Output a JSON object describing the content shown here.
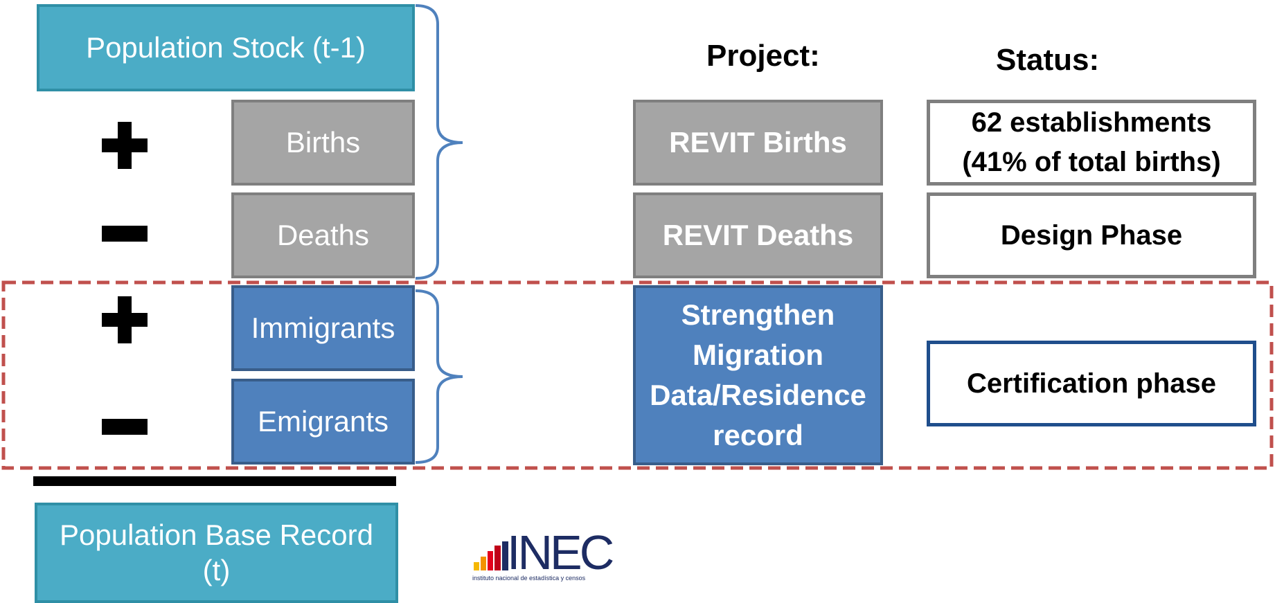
{
  "left": {
    "stock": "Population Stock (t-1)",
    "births": "Births",
    "deaths": "Deaths",
    "immigrants": "Immigrants",
    "emigrants": "Emigrants",
    "base_record": "Population Base Record (t)"
  },
  "headers": {
    "project": "Project:",
    "status": "Status:"
  },
  "projects": {
    "revit_births": "REVIT Births",
    "revit_deaths": "REVIT Deaths",
    "migration": "Strengthen Migration Data/Residence record"
  },
  "status": {
    "births": "62 establishments (41% of total births)",
    "deaths": "Design Phase",
    "migration": "Certification phase"
  },
  "logo": {
    "text": "INEC",
    "tagline": "instituto nacional de estadística y censos"
  },
  "colors": {
    "teal": "#4bacc6",
    "gray": "#a5a5a5",
    "blue": "#4f81bd",
    "dashed_red": "#c0504d",
    "brace": "#4f81bd"
  }
}
